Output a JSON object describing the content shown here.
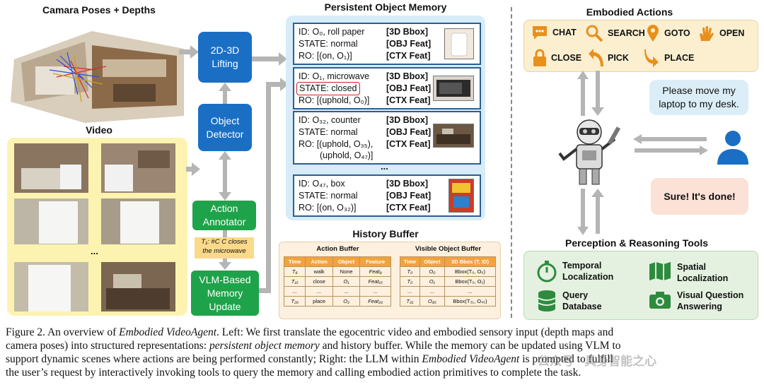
{
  "left": {
    "camera_title": "Camara Poses + Depths",
    "video_title": "Video",
    "video_ellipsis": "...",
    "lifting": [
      "2D-3D",
      "Lifting"
    ],
    "detector": [
      "Object",
      "Detector"
    ],
    "annotator": [
      "Action",
      "Annotator"
    ],
    "vlm_update": [
      "VLM-Based",
      "Memory",
      "Update"
    ],
    "annotation_note": [
      "T₁: #C C closes",
      "the microwave"
    ]
  },
  "memory": {
    "title": "Persistent Object Memory",
    "ellipsis": "...",
    "cards": [
      {
        "id": "ID: O₀, roll paper",
        "state": "STATE: normal",
        "ro": [
          "RO: [(on, O₁)]"
        ],
        "tags": [
          "[3D Bbox]",
          "[OBJ Feat]",
          "[CTX Feat]"
        ]
      },
      {
        "id": "ID: O₁, microwave",
        "state": "STATE: closed",
        "ro": [
          "RO: [(uphold, O₀)]"
        ],
        "tags": [
          "[3D Bbox]",
          "[OBJ Feat]",
          "[CTX Feat]"
        ]
      },
      {
        "id": "ID: O₃₂, counter",
        "state": "STATE: normal",
        "ro": [
          "RO: [(uphold, O₃₅),",
          "(uphold, O₄₇)]"
        ],
        "tags": [
          "[3D Bbox]",
          "[OBJ Feat]",
          "[CTX Feat]"
        ]
      },
      {
        "id": "ID: O₄₇, box",
        "state": "STATE: normal",
        "ro": [
          "RO: [(on, O₃₂)]"
        ],
        "tags": [
          "[3D Bbox]",
          "[OBJ Feat]",
          "[CTX Feat]"
        ]
      }
    ]
  },
  "history": {
    "title": "History Buffer",
    "action_title": "Action Buffer",
    "visible_title": "Visible Object Buffer",
    "action_headers": [
      "Time",
      "Action",
      "Object",
      "Feature"
    ],
    "action_rows": [
      [
        "T₈",
        "walk",
        "None",
        "Feat₈"
      ],
      [
        "T₁₅",
        "close",
        "O₁",
        "Feat₁₅"
      ],
      [
        "...",
        "...",
        "...",
        "..."
      ],
      [
        "T₂₆",
        "place",
        "O₂",
        "Feat₂₆"
      ]
    ],
    "visible_headers": [
      "Time",
      "Object",
      "3D Bbox (T, ID)"
    ],
    "visible_rows": [
      [
        "T₀",
        "O₀",
        "Bbox(T₀, O₀)"
      ],
      [
        "T₀",
        "O₁",
        "Bbox(T₀, O₁)"
      ],
      [
        "...",
        "...",
        "..."
      ],
      [
        "T₃₁",
        "O₄₅",
        "Bbox(T₃₁, O₄₅)"
      ]
    ]
  },
  "right": {
    "actions_title": "Embodied Actions",
    "actions": [
      {
        "label": "CHAT",
        "icon": "chat-icon"
      },
      {
        "label": "SEARCH",
        "icon": "search-icon"
      },
      {
        "label": "GOTO",
        "icon": "location-pin-icon"
      },
      {
        "label": "OPEN",
        "icon": "hand-icon"
      },
      {
        "label": "CLOSE",
        "icon": "lock-icon"
      },
      {
        "label": "PICK",
        "icon": "curved-up-arrow-icon"
      },
      {
        "label": "PLACE",
        "icon": "curved-down-arrow-icon"
      }
    ],
    "request": [
      "Please move my",
      "laptop to my desk."
    ],
    "reply": "Sure! It's done!",
    "tools_title": "Perception & Reasoning Tools",
    "tools": [
      {
        "lines": [
          "Temporal",
          "Localization"
        ],
        "icon": "stopwatch-icon"
      },
      {
        "lines": [
          "Spatial",
          "Localization"
        ],
        "icon": "map-icon"
      },
      {
        "lines": [
          "Query",
          "Database"
        ],
        "icon": "database-icon"
      },
      {
        "lines": [
          "Visual Question",
          "Answering"
        ],
        "icon": "camera-icon"
      }
    ]
  },
  "caption": {
    "line1_a": "Figure 2. An overview of ",
    "line1_em": "Embodied VideoAgent",
    "line1_b": ". Left: We first translate the egocentric video and embodied sensory input (depth maps and",
    "line2_a": "camera poses) into structured representations: ",
    "line2_em": "persistent object memory",
    "line2_b": " and history buffer. While the memory can be updated using VLM to",
    "line3": "support dynamic scenes where actions are being performed constantly; Right: the LLM within ",
    "line3_em": "Embodied VideoAgent",
    "line3_b": " is prompted to fulfill",
    "line4": "the user’s request by interactively invoking tools to query the memory and calling embodied action primitives to complete the task."
  },
  "watermark": "公众号 · 具身智能之心",
  "colors": {
    "blue": "#1a6fc4",
    "green": "#1fa34a",
    "memory_bg": "#d7ecf8",
    "history_bg": "#fdf0de",
    "actions_bg": "#fbefd0",
    "tools_bg": "#e4f1e0"
  }
}
